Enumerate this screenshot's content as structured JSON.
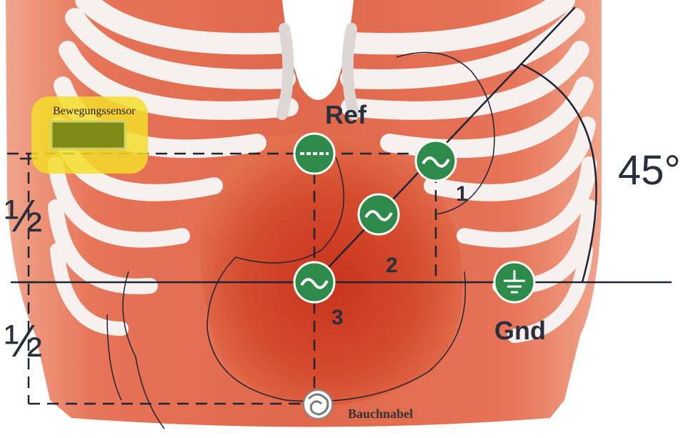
{
  "labels": {
    "motion_sensor": "Bewegungssensor",
    "reference": "Ref",
    "ground": "Gnd",
    "navel": "Bauchnabel",
    "angle": "45°",
    "half_upper": "½",
    "half_lower": "½",
    "electrode_1": "1",
    "electrode_2": "2",
    "electrode_3": "3"
  },
  "colors": {
    "skin": "#e4755a",
    "skin_light": "#f4b4a0",
    "abdomen": "#cf3a22",
    "rib": "#f6f1ee",
    "electrode": "#2e8a4a",
    "line": "#1f2433",
    "sensor_highlight": "#f3dd2a",
    "sensor_box": "#7f8a16"
  },
  "icons": {
    "signal_electrode": "sine-wave-icon",
    "reference_electrode": "dashed-line-icon",
    "ground_electrode": "ground-symbol-icon",
    "navel": "navel-icon"
  }
}
